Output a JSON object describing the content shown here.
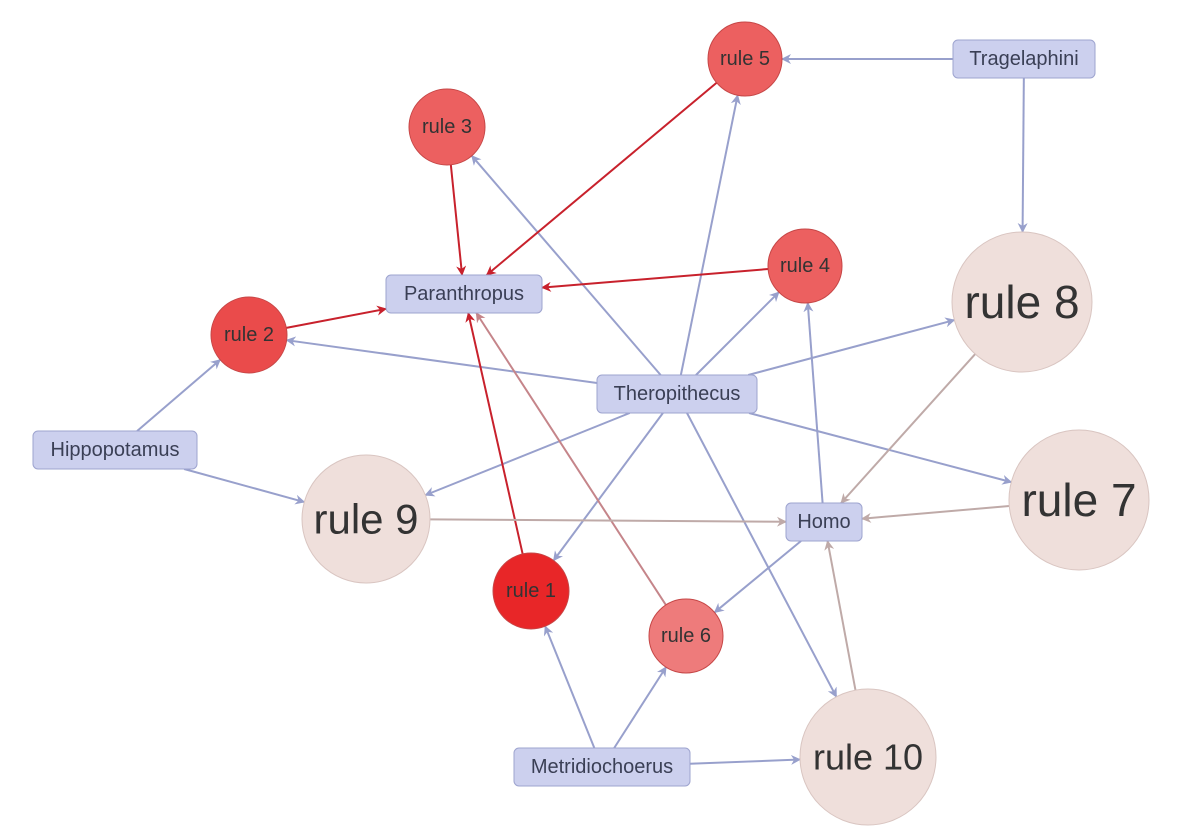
{
  "colors": {
    "item_fill": "#ccd0ee",
    "item_stroke": "#9ea4cf",
    "edge_item_to_rule": "#98a0cc",
    "edge_red": "#c8212c",
    "edge_red_light": "#c5858a",
    "edge_neutral": "#bfaaa8"
  },
  "items": [
    {
      "id": "paranthropus",
      "label": "Paranthropus"
    },
    {
      "id": "tragelaphini",
      "label": "Tragelaphini"
    },
    {
      "id": "theropithecus",
      "label": "Theropithecus"
    },
    {
      "id": "hippopotamus",
      "label": "Hippopotamus"
    },
    {
      "id": "homo",
      "label": "Homo"
    },
    {
      "id": "metridiochoerus",
      "label": "Metridiochoerus"
    }
  ],
  "rules": [
    {
      "id": "rule1",
      "label": "rule 1",
      "fill": "#e82628"
    },
    {
      "id": "rule2",
      "label": "rule 2",
      "fill": "#ea4b4b"
    },
    {
      "id": "rule3",
      "label": "rule 3",
      "fill": "#ec6060"
    },
    {
      "id": "rule4",
      "label": "rule 4",
      "fill": "#ec6060"
    },
    {
      "id": "rule5",
      "label": "rule 5",
      "fill": "#ec6060"
    },
    {
      "id": "rule6",
      "label": "rule 6",
      "fill": "#ee7b7b"
    },
    {
      "id": "rule7",
      "label": "rule 7",
      "fill": "#efdfdb"
    },
    {
      "id": "rule8",
      "label": "rule 8",
      "fill": "#efdfdb"
    },
    {
      "id": "rule9",
      "label": "rule 9",
      "fill": "#efdfdb"
    },
    {
      "id": "rule10",
      "label": "rule 10",
      "fill": "#efdfdb"
    }
  ],
  "edges": [
    {
      "from": "tragelaphini",
      "to": "rule5",
      "color": "edge_item_to_rule"
    },
    {
      "from": "tragelaphini",
      "to": "rule8",
      "color": "edge_item_to_rule"
    },
    {
      "from": "theropithecus",
      "to": "rule3",
      "color": "edge_item_to_rule"
    },
    {
      "from": "theropithecus",
      "to": "rule5",
      "color": "edge_item_to_rule"
    },
    {
      "from": "theropithecus",
      "to": "rule4",
      "color": "edge_item_to_rule"
    },
    {
      "from": "theropithecus",
      "to": "rule8",
      "color": "edge_item_to_rule"
    },
    {
      "from": "theropithecus",
      "to": "rule2",
      "color": "edge_item_to_rule"
    },
    {
      "from": "theropithecus",
      "to": "rule9",
      "color": "edge_item_to_rule"
    },
    {
      "from": "theropithecus",
      "to": "rule1",
      "color": "edge_item_to_rule"
    },
    {
      "from": "theropithecus",
      "to": "rule7",
      "color": "edge_item_to_rule"
    },
    {
      "from": "theropithecus",
      "to": "rule10",
      "color": "edge_item_to_rule"
    },
    {
      "from": "hippopotamus",
      "to": "rule2",
      "color": "edge_item_to_rule"
    },
    {
      "from": "hippopotamus",
      "to": "rule9",
      "color": "edge_item_to_rule"
    },
    {
      "from": "homo",
      "to": "rule4",
      "color": "edge_item_to_rule"
    },
    {
      "from": "homo",
      "to": "rule6",
      "color": "edge_item_to_rule"
    },
    {
      "from": "metridiochoerus",
      "to": "rule1",
      "color": "edge_item_to_rule"
    },
    {
      "from": "metridiochoerus",
      "to": "rule6",
      "color": "edge_item_to_rule"
    },
    {
      "from": "metridiochoerus",
      "to": "rule10",
      "color": "edge_item_to_rule"
    },
    {
      "from": "rule3",
      "to": "paranthropus",
      "color": "edge_red"
    },
    {
      "from": "rule5",
      "to": "paranthropus",
      "color": "edge_red"
    },
    {
      "from": "rule4",
      "to": "paranthropus",
      "color": "edge_red"
    },
    {
      "from": "rule2",
      "to": "paranthropus",
      "color": "edge_red"
    },
    {
      "from": "rule1",
      "to": "paranthropus",
      "color": "edge_red"
    },
    {
      "from": "rule6",
      "to": "paranthropus",
      "color": "edge_red_light"
    },
    {
      "from": "rule8",
      "to": "homo",
      "color": "edge_neutral"
    },
    {
      "from": "rule7",
      "to": "homo",
      "color": "edge_neutral"
    },
    {
      "from": "rule9",
      "to": "homo",
      "color": "edge_neutral"
    },
    {
      "from": "rule10",
      "to": "homo",
      "color": "edge_neutral"
    }
  ]
}
